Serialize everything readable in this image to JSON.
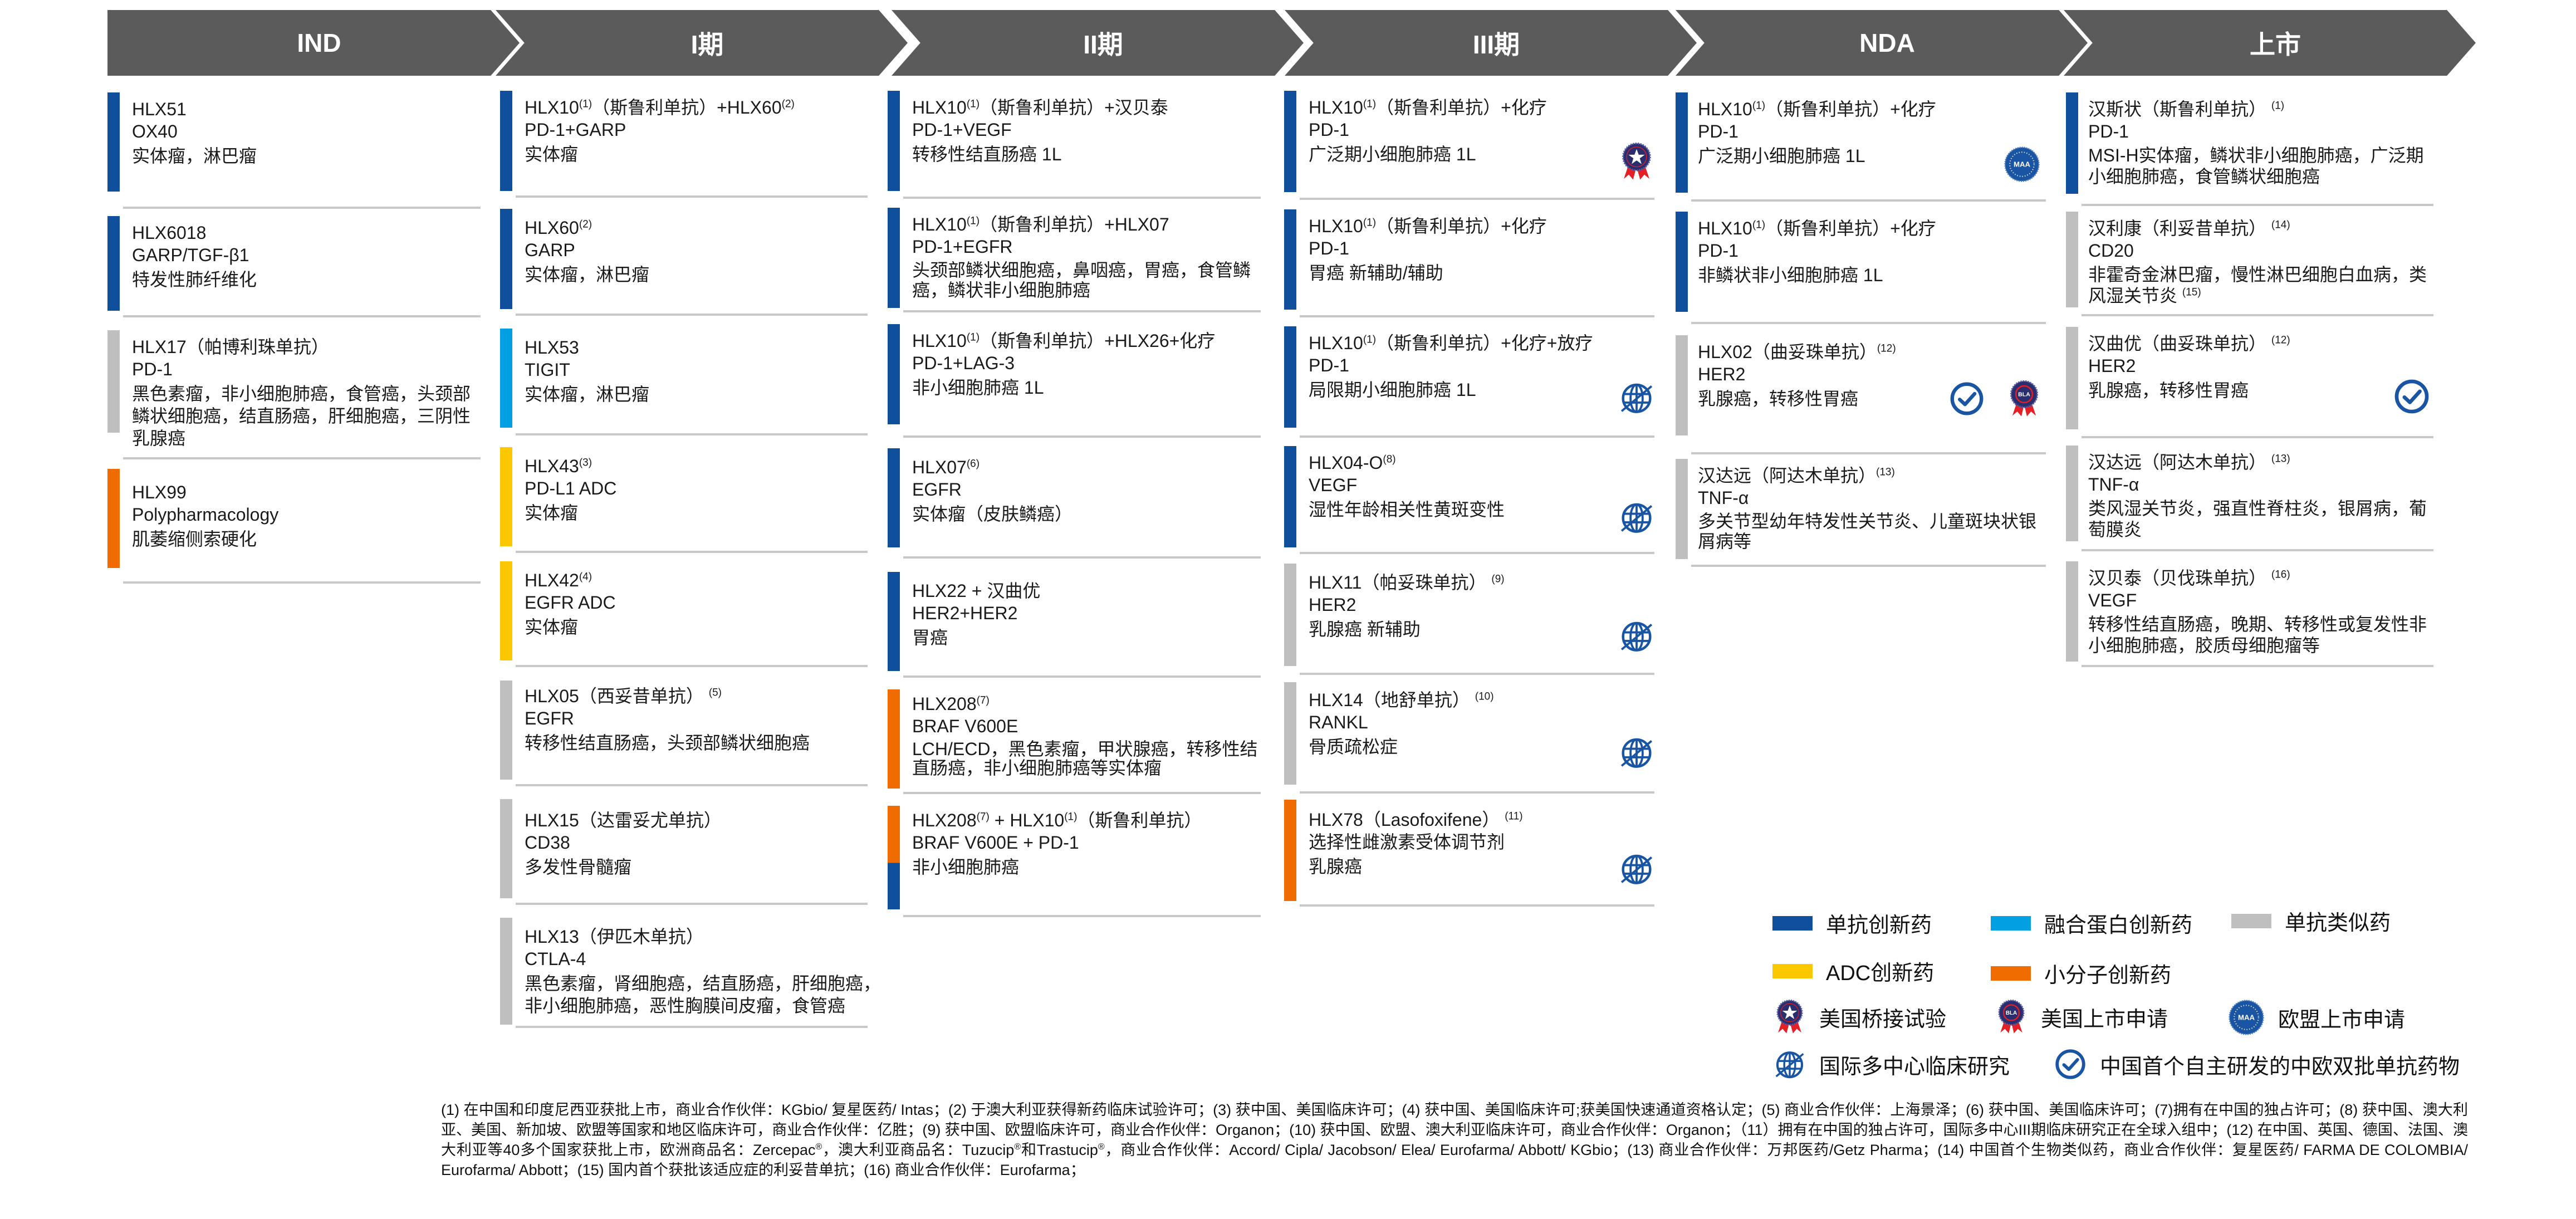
{
  "header": {
    "stages": [
      "IND",
      "I期",
      "II期",
      "III期",
      "NDA",
      "上市"
    ]
  },
  "colors": {
    "header_bg": "#5b5b5b",
    "mab_innovative": "#0f4f9c",
    "fusion_protein": "#039fe3",
    "biosimilar": "#bfbfbf",
    "adc": "#fbc800",
    "small_molecule": "#f06c00"
  },
  "columns": {
    "ind": [
      {
        "name": "HLX51",
        "sup": "",
        "target": "OX40",
        "indication": "实体瘤，淋巴瘤",
        "type": "mab_innovative"
      },
      {
        "name": "HLX6018",
        "sup": "",
        "target": "GARP/TGF-β1",
        "indication": "特发性肺纤维化",
        "type": "mab_innovative"
      },
      {
        "name": "HLX17（帕博利珠单抗）",
        "sup": "",
        "target": "PD-1",
        "indication": "黑色素瘤，非小细胞肺癌，食管癌，头颈部鳞状细胞癌，结直肠癌，肝细胞癌，三阴性乳腺癌",
        "type": "biosimilar"
      },
      {
        "name": "HLX99",
        "sup": "",
        "target": "Polypharmacology",
        "indication": "肌萎缩侧索硬化",
        "type": "small_molecule"
      }
    ],
    "phase1": [
      {
        "name": "HLX10",
        "sup": "(1)",
        "name_suffix": "（斯鲁利单抗）+HLX60",
        "sup2": "(2)",
        "target": "PD-1+GARP",
        "indication": "实体瘤",
        "type": "mab_innovative"
      },
      {
        "name": "HLX60",
        "sup": "(2)",
        "target": "GARP",
        "indication": "实体瘤，淋巴瘤",
        "type": "mab_innovative"
      },
      {
        "name": "HLX53",
        "sup": "",
        "target": "TIGIT",
        "indication": "实体瘤，淋巴瘤",
        "type": "fusion_protein"
      },
      {
        "name": "HLX43",
        "sup": "(3)",
        "target": "PD-L1 ADC",
        "indication": "实体瘤",
        "type": "adc"
      },
      {
        "name": "HLX42",
        "sup": "(4)",
        "target": "EGFR ADC",
        "indication": "实体瘤",
        "type": "adc"
      },
      {
        "name": "HLX05（西妥昔单抗）",
        "sup": "(5)",
        "target": "EGFR",
        "indication": "转移性结直肠癌，头颈部鳞状细胞癌",
        "type": "biosimilar"
      },
      {
        "name": "HLX15（达雷妥尤单抗）",
        "sup": "",
        "target": "CD38",
        "indication": "多发性骨髓瘤",
        "type": "biosimilar"
      },
      {
        "name": "HLX13（伊匹木单抗）",
        "sup": "",
        "target": "CTLA-4",
        "indication": "黑色素瘤，肾细胞癌，结直肠癌，肝细胞癌，非小细胞肺癌，恶性胸膜间皮瘤，食管癌",
        "type": "biosimilar"
      }
    ],
    "phase2": [
      {
        "name": "HLX10",
        "sup": "(1)",
        "name_suffix": "（斯鲁利单抗）+汉贝泰",
        "target": "PD-1+VEGF",
        "indication": "转移性结直肠癌 1L",
        "type": "mab_innovative"
      },
      {
        "name": "HLX10",
        "sup": "(1)",
        "name_suffix": "（斯鲁利单抗）+HLX07",
        "target": "PD-1+EGFR",
        "indication": "头颈部鳞状细胞癌，鼻咽癌，胃癌，食管鳞癌，鳞状非小细胞肺癌",
        "type": "mab_innovative"
      },
      {
        "name": "HLX10",
        "sup": "(1)",
        "name_suffix": "（斯鲁利单抗）+HLX26+化疗",
        "target": "PD-1+LAG-3",
        "indication": "非小细胞肺癌 1L",
        "type": "mab_innovative"
      },
      {
        "name": "HLX07",
        "sup": "(6)",
        "target": "EGFR",
        "indication": "实体瘤（皮肤鳞癌）",
        "type": "mab_innovative"
      },
      {
        "name": "HLX22 + 汉曲优",
        "sup": "",
        "target": "HER2+HER2",
        "indication": "胃癌",
        "type": "mab_innovative"
      },
      {
        "name": "HLX208",
        "sup": "(7)",
        "target": "BRAF V600E",
        "indication": "LCH/ECD，黑色素瘤，甲状腺癌，转移性结直肠癌，非小细胞肺癌等实体瘤",
        "type": "small_molecule"
      },
      {
        "name": "HLX208",
        "sup": "(7)",
        "name_suffix": " + HLX10",
        "sup2": "(1)",
        "name_suffix2": "（斯鲁利单抗）",
        "target": "BRAF V600E + PD-1",
        "indication": "非小细胞肺癌",
        "type": "small_molecule+mab_innovative"
      }
    ],
    "phase3": [
      {
        "name": "HLX10",
        "sup": "(1)",
        "name_suffix": "（斯鲁利单抗）+化疗",
        "target": "PD-1",
        "indication": "广泛期小细胞肺癌 1L",
        "type": "mab_innovative",
        "icons": [
          "us-bridging-trial"
        ]
      },
      {
        "name": "HLX10",
        "sup": "(1)",
        "name_suffix": "（斯鲁利单抗）+化疗",
        "target": "PD-1",
        "indication": "胃癌 新辅助/辅助",
        "type": "mab_innovative",
        "icons": []
      },
      {
        "name": "HLX10",
        "sup": "(1)",
        "name_suffix": "（斯鲁利单抗）+化疗+放疗",
        "target": "PD-1",
        "indication": "局限期小细胞肺癌 1L",
        "type": "mab_innovative",
        "icons": [
          "global-mrct"
        ]
      },
      {
        "name": "HLX04-O",
        "sup": "(8)",
        "target": "VEGF",
        "indication": "湿性年龄相关性黄斑变性",
        "type": "mab_innovative",
        "icons": [
          "global-mrct"
        ]
      },
      {
        "name": "HLX11（帕妥珠单抗）",
        "sup": "(9)",
        "target": "HER2",
        "indication": "乳腺癌 新辅助",
        "type": "biosimilar",
        "icons": [
          "global-mrct"
        ]
      },
      {
        "name": "HLX14（地舒单抗）",
        "sup": "(10)",
        "target": "RANKL",
        "indication": "骨质疏松症",
        "type": "biosimilar",
        "icons": [
          "global-mrct"
        ]
      },
      {
        "name": "HLX78（Lasofoxifene）",
        "sup": "(11)",
        "target": "选择性雌激素受体调节剂",
        "indication": "乳腺癌",
        "type": "small_molecule",
        "icons": [
          "global-mrct"
        ]
      }
    ],
    "nda": [
      {
        "name": "HLX10",
        "sup": "(1)",
        "name_suffix": "（斯鲁利单抗）+化疗",
        "target": "PD-1",
        "indication": "广泛期小细胞肺癌 1L",
        "type": "mab_innovative",
        "icons": [
          "eu-maa"
        ]
      },
      {
        "name": "HLX10",
        "sup": "(1)",
        "name_suffix": "（斯鲁利单抗）+化疗",
        "target": "PD-1",
        "indication": "非鳞状非小细胞肺癌 1L",
        "type": "mab_innovative",
        "icons": []
      },
      {
        "name": "HLX02（曲妥珠单抗）",
        "sup": "(12)",
        "target": "HER2",
        "indication": "乳腺癌，转移性胃癌",
        "type": "biosimilar",
        "icons": [
          "china-eu-approved",
          "us-bla"
        ]
      },
      {
        "name": "汉达远（阿达木单抗）",
        "sup": "(13)",
        "target": "TNF-α",
        "indication": "多关节型幼年特发性关节炎、儿童斑块状银屑病等",
        "type": "biosimilar",
        "icons": []
      }
    ],
    "market": [
      {
        "name": "汉斯状（斯鲁利单抗）",
        "sup": "(1)",
        "target": "PD-1",
        "indication": "MSI-H实体瘤，鳞状非小细胞肺癌，广泛期小细胞肺癌，食管鳞状细胞癌",
        "type": "mab_innovative",
        "icons": []
      },
      {
        "name": "汉利康（利妥昔单抗）",
        "sup": "(14)",
        "target": "CD20",
        "indication": "非霍奇金淋巴瘤，慢性淋巴细胞白血病，类风湿关节炎",
        "indication_sup": "(15)",
        "type": "biosimilar",
        "icons": []
      },
      {
        "name": "汉曲优（曲妥珠单抗）",
        "sup": "(12)",
        "target": "HER2",
        "indication": "乳腺癌，转移性胃癌",
        "type": "biosimilar",
        "icons": [
          "china-eu-approved"
        ]
      },
      {
        "name": "汉达远（阿达木单抗）",
        "sup": "(13)",
        "target": "TNF-α",
        "indication": "类风湿关节炎，强直性脊柱炎，银屑病，葡萄膜炎",
        "type": "biosimilar",
        "icons": []
      },
      {
        "name": "汉贝泰（贝伐珠单抗）",
        "sup": "(16)",
        "target": "VEGF",
        "indication": "转移性结直肠癌，晚期、转移性或复发性非小细胞肺癌，胶质母细胞瘤等",
        "type": "biosimilar",
        "icons": []
      }
    ]
  },
  "legend": {
    "mab_innovative": "单抗创新药",
    "fusion_protein": "融合蛋白创新药",
    "biosimilar": "单抗类似药",
    "adc": "ADC创新药",
    "small_molecule": "小分子创新药",
    "us_bridging_trial": "美国桥接试验",
    "us_bla": "美国上市申请",
    "eu_maa": "欧盟上市申请",
    "global_mrct": "国际多中心临床研究",
    "china_eu_approved": "中国首个自主研发的中欧双批单抗药物"
  },
  "badges": {
    "bla_text": "BLA",
    "maa_text": "MAA"
  },
  "footnote": {
    "p1": "(1) 在中国和印度尼西亚获批上市，商业合作伙伴：KGbio/ 复星医药/ Intas；(2) 于澳大利亚获得新药临床试验许可；(3) 获中国、美国临床许可；(4) 获中国、美国临床许可;获美国快速通道资格认定；(5) 商业合作伙伴：上海景泽；(6) 获中国、美国临床许可；(7)拥有在中国的独占许可；(8) 获中国、澳大利亚、美国、新加坡、欧盟等国家和地区临床许可，商业合作伙伴：亿胜；(9) 获中国、欧盟临床许可，商业合作伙伴：Organon；(10) 获中国、欧盟、澳大利亚临床许可，商业合作伙伴：Organon；（11）拥有在中国的独占许可，国际多中心III期临床研究正在全球入组中；(12) 在中国、英国、德国、法国、澳大利亚等40多个国家获批上市，欧洲商品名：Zercepac",
    "reg1": "®",
    "p2": "，澳大利亚商品名：Tuzucip",
    "reg2": "®",
    "p3": "和Trastucip",
    "reg3": "®",
    "p4": "，商业合作伙伴：Accord/ Cipla/ Jacobson/ Elea/ Eurofarma/ Abbott/ KGbio；(13) 商业合作伙伴：万邦医药/Getz Pharma；(14) 中国首个生物类似药，商业合作伙伴：复星医药/ FARMA DE COLOMBIA/ Eurofarma/ Abbott；(15) 国内首个获批该适应症的利妥昔单抗；(16) 商业合作伙伴：Eurofarma；"
  }
}
